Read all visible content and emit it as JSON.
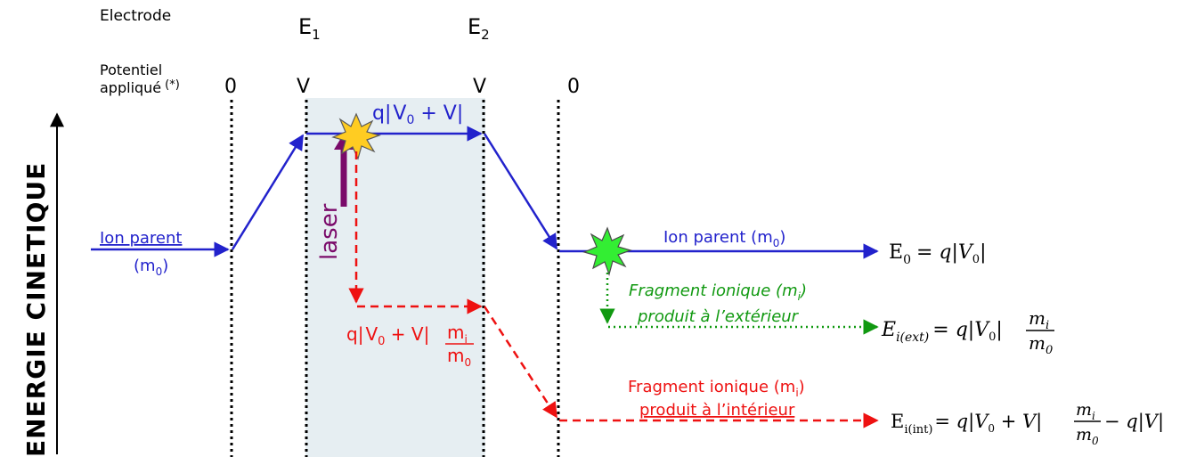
{
  "header": {
    "electrode_label": "Electrode",
    "potential_label_line1": "Potentiel",
    "potential_label_line2": "appliqué",
    "potential_mark": "(*)",
    "E1": "E",
    "E1_sub": "1",
    "E2": "E",
    "E2_sub": "2",
    "pot_0_left": "0",
    "pot_V_left": "V",
    "pot_V_right": "V",
    "pot_0_right": "0"
  },
  "y_axis_label": "ENERGIE CINETIQUE",
  "labels": {
    "ion_parent_left_1": "Ion parent",
    "ion_parent_left_2_m": "(m",
    "ion_parent_left_2_sub": "0",
    "ion_parent_left_2_close": ")",
    "laser": "laser",
    "energy_top_q": "q",
    "energy_top_V0": "V",
    "energy_top_V0_sub": "0",
    "energy_top_rest": " + V",
    "energy_mid_q": "q",
    "energy_mid_V0": "V",
    "energy_mid_V0_sub": "0",
    "energy_mid_rest": " + V",
    "energy_mid_num": "m",
    "energy_mid_num_sub": "i",
    "energy_mid_den": "m",
    "energy_mid_den_sub": "0",
    "ion_parent_right": "Ion parent (m",
    "ion_parent_right_sub": "0",
    "ion_parent_right_close": ")",
    "frag_ext_1": "Fragment ionique (m",
    "frag_ext_1_sub": "i",
    "frag_ext_1_close": ")",
    "frag_ext_2": "produit à l’extérieur",
    "frag_int_1": "Fragment ionique (m",
    "frag_int_1_sub": "i",
    "frag_int_1_close": ")",
    "frag_int_2": "produit à l’intérieur"
  },
  "equations": {
    "E0_lhs": "E",
    "E0_sub": "0",
    "E0_rhs": "= q|V",
    "E0_rhs_sub": "0",
    "E0_rhs_close": "|",
    "Eext_lhs": "E",
    "Eext_sub": "i(ext)",
    "Eext_rhs": "= q|V",
    "Eext_rhs_sub": "0",
    "Eext_rhs_close": "|",
    "Eext_num": "m",
    "Eext_num_sub": "i",
    "Eext_den": "m",
    "Eext_den_sub": "0",
    "Eint_lhs": "E",
    "Eint_sub": "i(int)",
    "Eint_rhs": "= q|V",
    "Eint_rhs_sub": "0",
    "Eint_rhs_mid": " + V|",
    "Eint_num": "m",
    "Eint_num_sub": "i",
    "Eint_den": "m",
    "Eint_den_sub": "0",
    "Eint_tail": "− q|V|"
  },
  "colors": {
    "parent": "#2222cc",
    "fragment_int": "#ee1111",
    "fragment_ext": "#119911",
    "laser_arrow": "#7a0a6a",
    "region": "#e6eef2",
    "explosion_yellow": "#ffcc22",
    "explosion_green": "#33ee33"
  }
}
